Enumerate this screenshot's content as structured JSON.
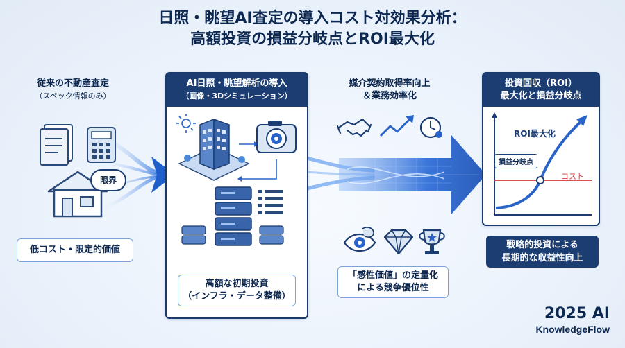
{
  "title": {
    "line1": "日照・眺望AI査定の導入コスト対効果分析：",
    "line2": "高額投資の損益分岐点とROI最大化"
  },
  "stage1": {
    "heading1": "従来の不動産査定",
    "heading2": "（スペック情報のみ）",
    "limit_badge": "限界",
    "footer": "低コスト・限定的価値"
  },
  "stage2": {
    "heading1": "AI日照・眺望解析の導入",
    "heading2": "（画像・3Dシミュレーション）",
    "footer1": "高額な初期投資",
    "footer2": "（インフラ・データ整備）"
  },
  "stage3": {
    "heading1": "媒介契約取得率向上",
    "heading2": "＆業務効率化",
    "footer1": "「感性価値」の定量化",
    "footer2": "による競争優位性"
  },
  "stage4": {
    "heading1": "投資回収（ROI）",
    "heading2": "最大化と損益分岐点",
    "roi_label": "ROI最大化",
    "breakeven_label": "損益分岐点",
    "cost_label": "コスト",
    "footer1": "戦略的投資による",
    "footer2": "長期的な収益性向上"
  },
  "brand": {
    "year": "2025 AI",
    "name": "KnowledgeFlow"
  },
  "colors": {
    "navy": "#1b3d72",
    "accent_blue": "#2e6fd6",
    "cost_red": "#d23a3a"
  }
}
